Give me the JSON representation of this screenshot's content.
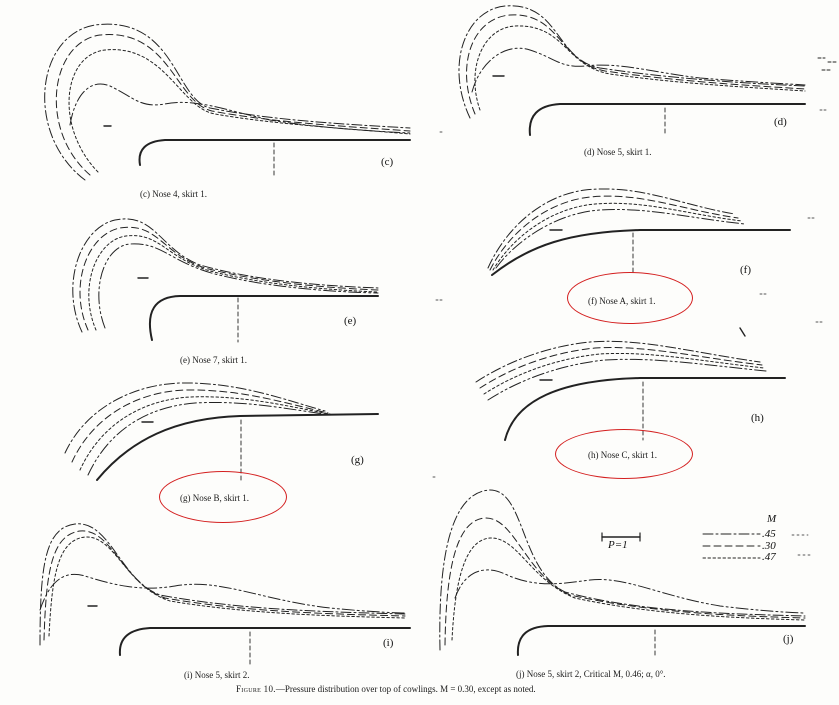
{
  "figure": {
    "number": "Figure 10.",
    "text": "—Pressure distribution over top of cowlings.  M = 0.30, except as noted."
  },
  "panels": {
    "c": {
      "letter": "(c)",
      "caption": "(c) Nose 4, skirt 1."
    },
    "d": {
      "letter": "(d)",
      "caption": "(d) Nose 5, skirt 1."
    },
    "e": {
      "letter": "(e)",
      "caption": "(e) Nose 7, skirt 1."
    },
    "f": {
      "letter": "(f)",
      "caption": "(f) Nose A, skirt 1."
    },
    "g": {
      "letter": "(g)",
      "caption": "(g) Nose B, skirt 1."
    },
    "h": {
      "letter": "(h)",
      "caption": "(h) Nose C, skirt 1."
    },
    "i": {
      "letter": "(i)",
      "caption": "(i) Nose 5, skirt 2."
    },
    "j": {
      "letter": "(j)",
      "caption": "(j) Nose 5, skirt 2, Critical M, 0.46; α, 0°."
    }
  },
  "scale": {
    "label": "P=1"
  },
  "legend": {
    "title": "M",
    "entries": [
      ".45",
      ".30",
      ".47"
    ]
  },
  "colors": {
    "ink": "#222222",
    "highlight": "#d42020",
    "paper": "#fdfdfb"
  }
}
